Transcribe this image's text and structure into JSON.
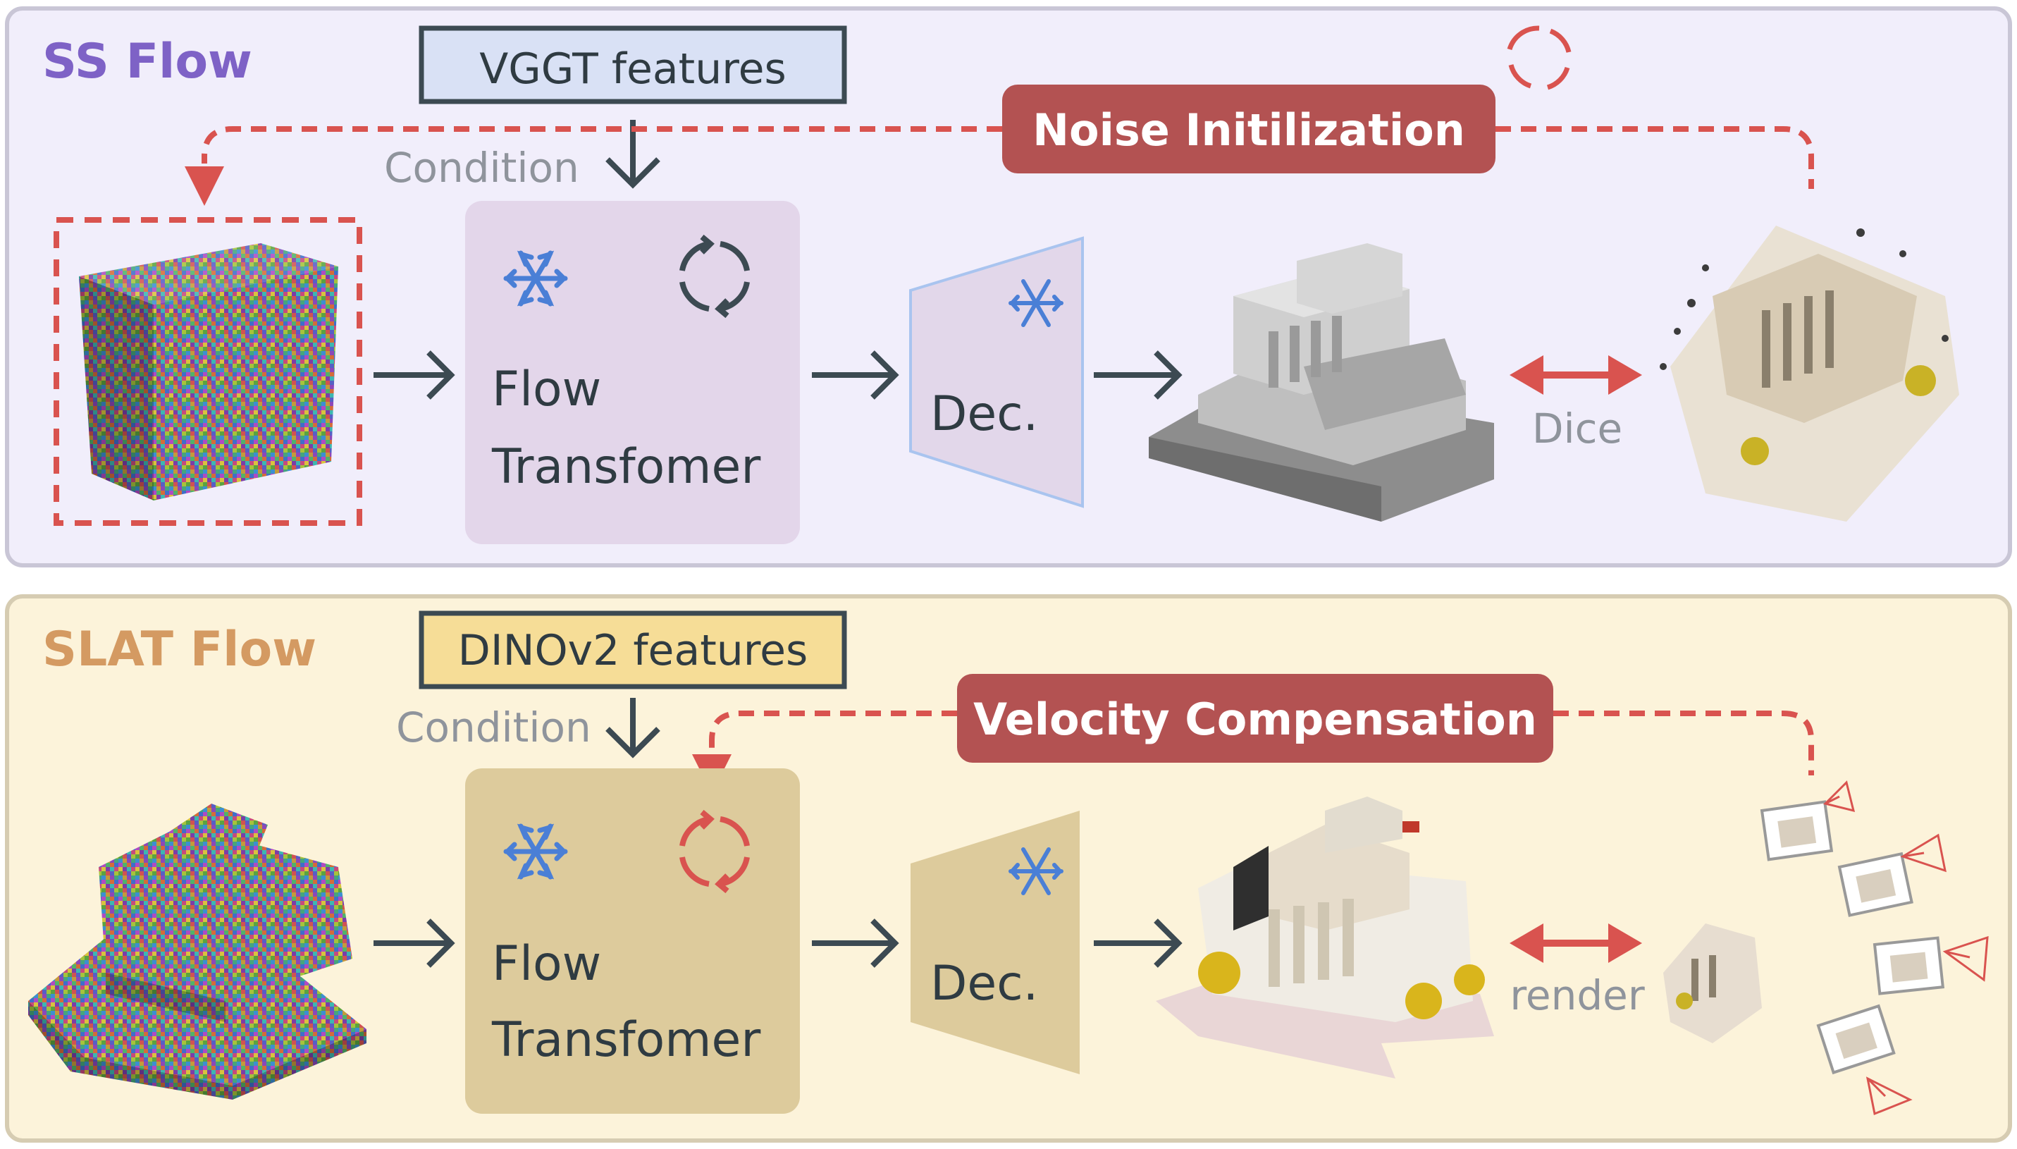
{
  "colors": {
    "ss_panel_bg": "#f1eefb",
    "ss_panel_border": "#c9c6d6",
    "ss_title": "#7e62c6",
    "ss_transformer_bg": "#e3d6ea",
    "ss_decoder_bg": "#e2d7ea",
    "ss_decoder_border": "#a9c4ef",
    "ss_cond_box_bg": "#d9e1f5",
    "slat_panel_bg": "#fcf3da",
    "slat_panel_border": "#d6ccb2",
    "slat_title": "#d49a62",
    "slat_transformer_bg": "#ddcb9c",
    "slat_decoder_bg": "#ddcb9c",
    "slat_cond_box_bg": "#f6dd97",
    "pill_bg": "#b35252",
    "dash_red": "#d9534f",
    "arrow_dark": "#3c4a52",
    "snow_blue": "#4a7fd6",
    "muted_text": "#8f949c"
  },
  "ss": {
    "title": "SS Flow",
    "condition_box": "VGGT features",
    "condition_label": "Condition",
    "transformer_line1": "Flow",
    "transformer_line2": "Transfomer",
    "decoder": "Dec.",
    "pill": "Noise Initilization",
    "compare_label": "Dice",
    "icons": [
      "snowflake-icon",
      "cycle-icon"
    ]
  },
  "slat": {
    "title": "SLAT Flow",
    "condition_box": "DINOv2 features",
    "condition_label": "Condition",
    "transformer_line1": "Flow",
    "transformer_line2": "Transfomer",
    "decoder": "Dec.",
    "pill": "Velocity Compensation",
    "compare_label": "render",
    "icons": [
      "snowflake-icon",
      "cycle-icon"
    ]
  }
}
